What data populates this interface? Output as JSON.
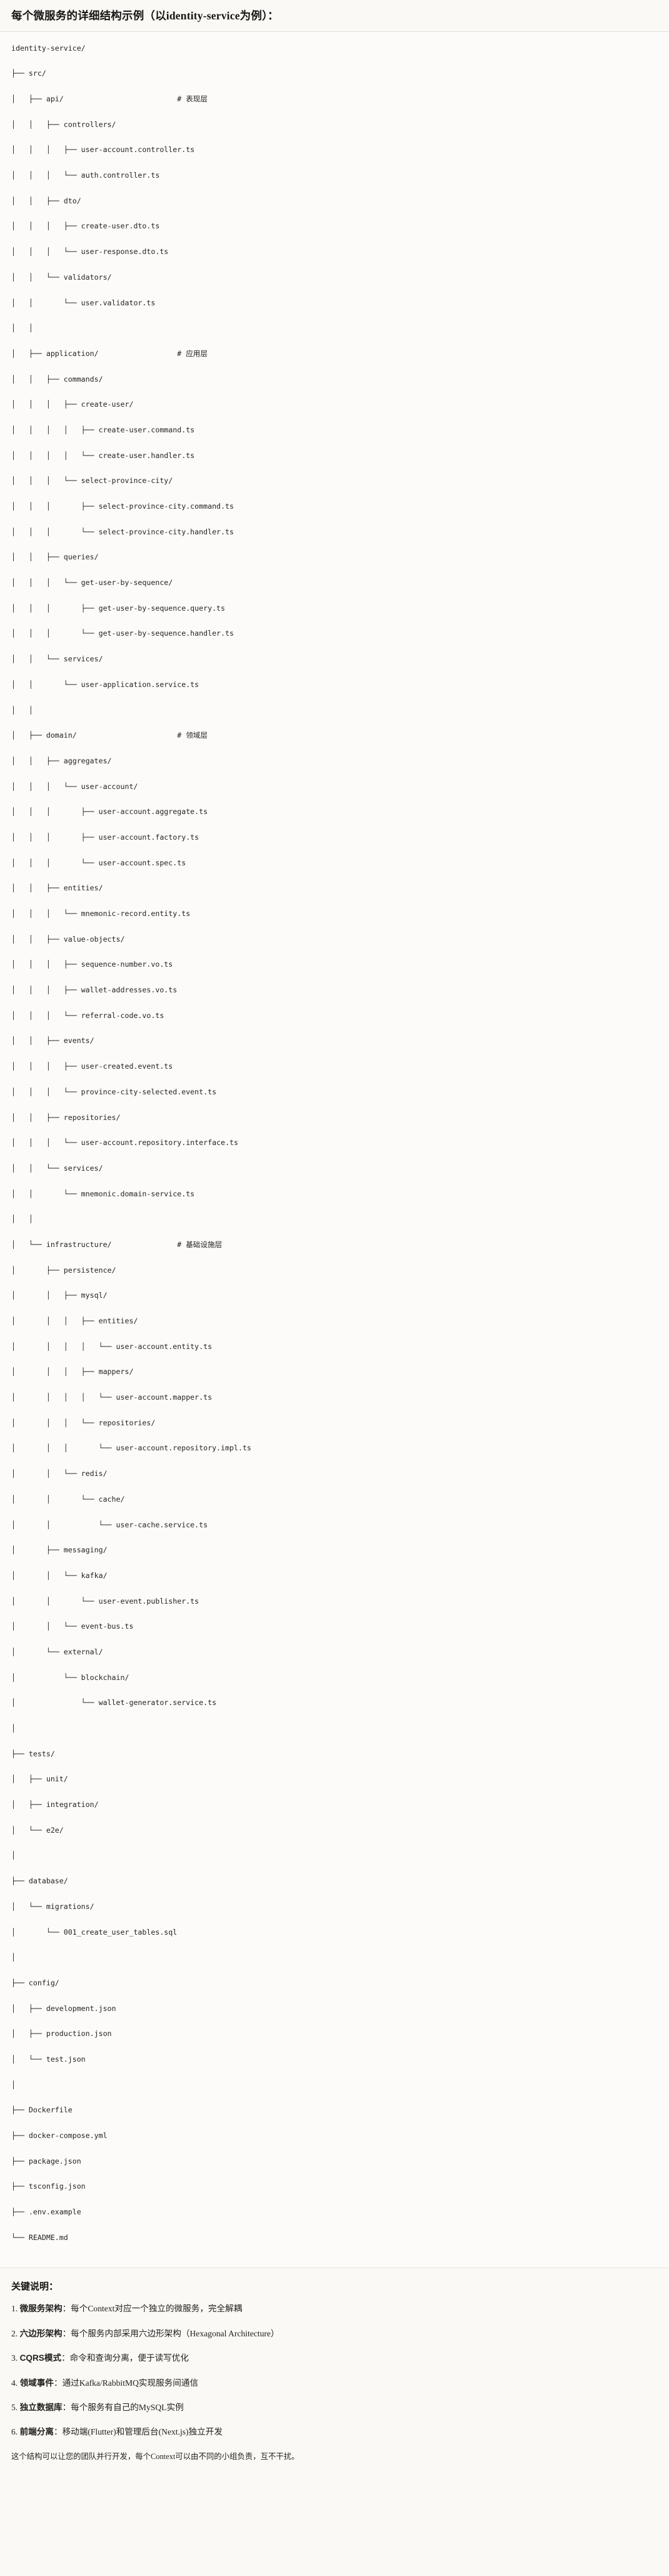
{
  "header": {
    "title": "每个微服务的详细结构示例（以identity-service为例）："
  },
  "tree": {
    "root": "identity-service/",
    "lines": [
      "identity-service/",
      "├── src/",
      "│   ├── api/                          # 表现层",
      "│   │   ├── controllers/",
      "│   │   │   ├── user-account.controller.ts",
      "│   │   │   └── auth.controller.ts",
      "│   │   ├── dto/",
      "│   │   │   ├── create-user.dto.ts",
      "│   │   │   └── user-response.dto.ts",
      "│   │   └── validators/",
      "│   │       └── user.validator.ts",
      "│   │",
      "│   ├── application/                  # 应用层",
      "│   │   ├── commands/",
      "│   │   │   ├── create-user/",
      "│   │   │   │   ├── create-user.command.ts",
      "│   │   │   │   └── create-user.handler.ts",
      "│   │   │   └── select-province-city/",
      "│   │   │       ├── select-province-city.command.ts",
      "│   │   │       └── select-province-city.handler.ts",
      "│   │   ├── queries/",
      "│   │   │   └── get-user-by-sequence/",
      "│   │   │       ├── get-user-by-sequence.query.ts",
      "│   │   │       └── get-user-by-sequence.handler.ts",
      "│   │   └── services/",
      "│   │       └── user-application.service.ts",
      "│   │",
      "│   ├── domain/                       # 领域层",
      "│   │   ├── aggregates/",
      "│   │   │   └── user-account/",
      "│   │   │       ├── user-account.aggregate.ts",
      "│   │   │       ├── user-account.factory.ts",
      "│   │   │       └── user-account.spec.ts",
      "│   │   ├── entities/",
      "│   │   │   └── mnemonic-record.entity.ts",
      "│   │   ├── value-objects/",
      "│   │   │   ├── sequence-number.vo.ts",
      "│   │   │   ├── wallet-addresses.vo.ts",
      "│   │   │   └── referral-code.vo.ts",
      "│   │   ├── events/",
      "│   │   │   ├── user-created.event.ts",
      "│   │   │   └── province-city-selected.event.ts",
      "│   │   ├── repositories/",
      "│   │   │   └── user-account.repository.interface.ts",
      "│   │   └── services/",
      "│   │       └── mnemonic.domain-service.ts",
      "│   │",
      "│   └── infrastructure/               # 基础设施层",
      "│       ├── persistence/",
      "│       │   ├── mysql/",
      "│       │   │   ├── entities/",
      "│       │   │   │   └── user-account.entity.ts",
      "│       │   │   ├── mappers/",
      "│       │   │   │   └── user-account.mapper.ts",
      "│       │   │   └── repositories/",
      "│       │   │       └── user-account.repository.impl.ts",
      "│       │   └── redis/",
      "│       │       └── cache/",
      "│       │           └── user-cache.service.ts",
      "│       ├── messaging/",
      "│       │   └── kafka/",
      "│       │       └── user-event.publisher.ts",
      "│       │   └── event-bus.ts",
      "│       └── external/",
      "│           └── blockchain/",
      "│               └── wallet-generator.service.ts",
      "│",
      "├── tests/",
      "│   ├── unit/",
      "│   ├── integration/",
      "│   └── e2e/",
      "│",
      "├── database/",
      "│   └── migrations/",
      "│       └── 001_create_user_tables.sql",
      "│",
      "├── config/",
      "│   ├── development.json",
      "│   ├── production.json",
      "│   └── test.json",
      "│",
      "├── Dockerfile",
      "├── docker-compose.yml",
      "├── package.json",
      "├── tsconfig.json",
      "├── .env.example",
      "└── README.md"
    ],
    "layer_comments": [
      "# 表现层",
      "# 应用层",
      "# 领域层",
      "# 基础设施层"
    ]
  },
  "notes": {
    "title": "关键说明：",
    "items": [
      {
        "num": "1.",
        "lead": "微服务架构",
        "sep": "：",
        "body": "每个Context对应一个独立的微服务，完全解耦"
      },
      {
        "num": "2.",
        "lead": "六边形架构",
        "sep": "：",
        "body": "每个服务内部采用六边形架构（Hexagonal Architecture）"
      },
      {
        "num": "3.",
        "lead": "CQRS模式",
        "sep": "：",
        "body": "命令和查询分离，便于读写优化"
      },
      {
        "num": "4.",
        "lead": "领域事件",
        "sep": "：",
        "body": "通过Kafka/RabbitMQ实现服务间通信"
      },
      {
        "num": "5.",
        "lead": "独立数据库",
        "sep": "：",
        "body": "每个服务有自己的MySQL实例"
      },
      {
        "num": "6.",
        "lead": "前端分离",
        "sep": "：",
        "body": "移动端(Flutter)和管理后台(Next.js)独立开发"
      }
    ],
    "closing": "这个结构可以让您的团队并行开发，每个Context可以由不同的小组负责，互不干扰。"
  }
}
